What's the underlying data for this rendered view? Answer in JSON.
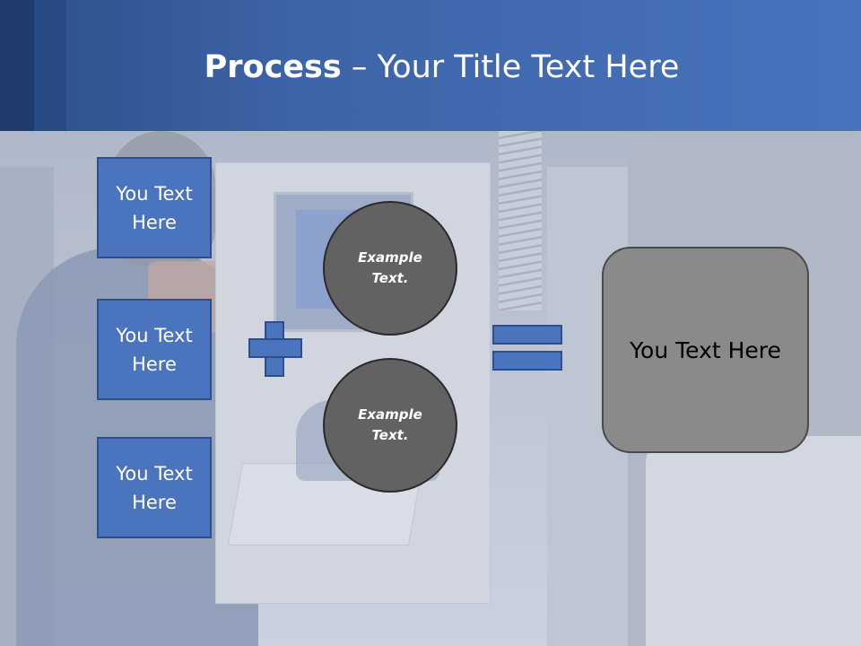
{
  "header": {
    "title_bold": "Process",
    "title_rest": " – Your Title Text Here"
  },
  "boxes": [
    {
      "label": "You Text Here"
    },
    {
      "label": "You Text Here"
    },
    {
      "label": "You Text Here"
    }
  ],
  "circles": [
    {
      "label": "Example Text."
    },
    {
      "label": "Example Text."
    }
  ],
  "result": {
    "label": "You Text Here"
  },
  "colors": {
    "header_blue": "#4873bd",
    "box_blue": "#4a74be",
    "circle_gray": "#626262",
    "result_gray": "#8a8a8a"
  }
}
